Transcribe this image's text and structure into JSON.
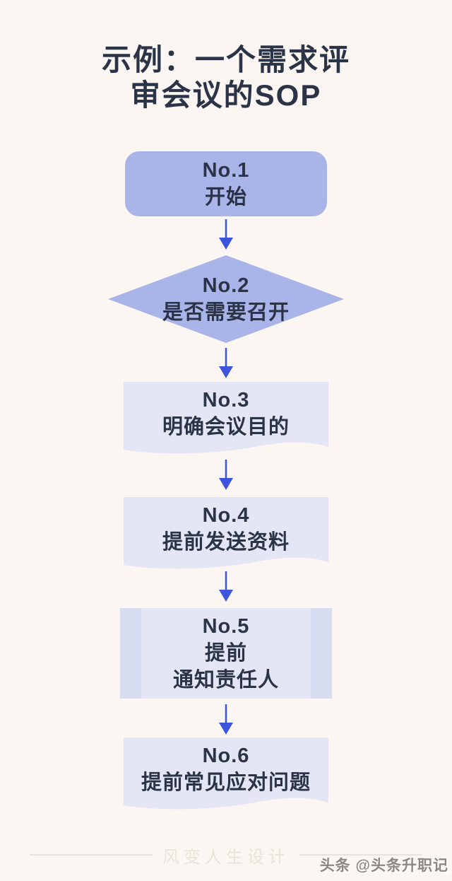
{
  "page": {
    "title": {
      "line1": "示例：一个需求评",
      "line2": "审会议的SOP"
    }
  },
  "flowchart": {
    "nodes": [
      {
        "no": "No.1",
        "lines": [
          "开始"
        ],
        "shape": "rounded-rectangle"
      },
      {
        "no": "No.2",
        "lines": [
          "是否需要召开"
        ],
        "shape": "diamond"
      },
      {
        "no": "No.3",
        "lines": [
          "明确会议目的"
        ],
        "shape": "document"
      },
      {
        "no": "No.4",
        "lines": [
          "提前发送资料"
        ],
        "shape": "document"
      },
      {
        "no": "No.5",
        "lines": [
          "提前",
          "通知责任人"
        ],
        "shape": "predefined-process"
      },
      {
        "no": "No.6",
        "lines": [
          "提前常见应对问题"
        ],
        "shape": "document"
      }
    ]
  },
  "footer": {
    "brand": "风变人生设计"
  },
  "watermark": {
    "text": "头条 @头条升职记"
  },
  "colors": {
    "background": "#FBF6F1",
    "node_primary": "#A9B4E8",
    "node_light": "#E4E6F5",
    "node_side_bar": "#D7DCF1",
    "text_dark": "#2B3447",
    "arrow_blue": "#3C55DC",
    "footer_text": "#EAE3DC",
    "divider_line": "#E9E2DC",
    "watermark_gray": "#8D8781"
  }
}
